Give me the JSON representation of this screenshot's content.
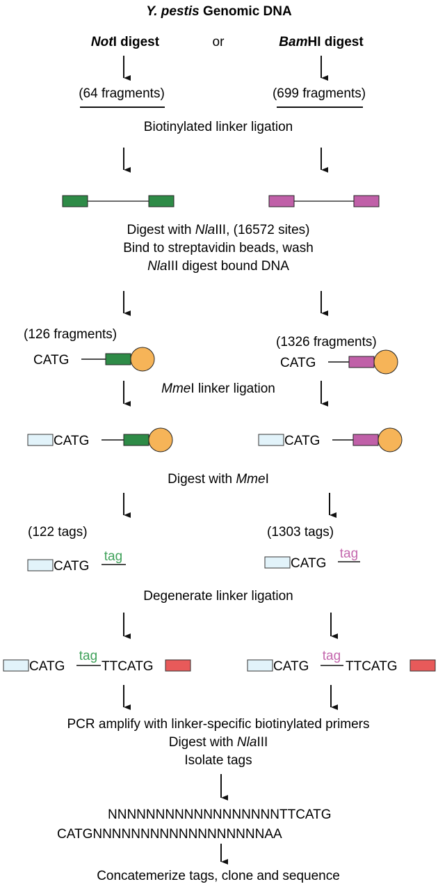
{
  "title": {
    "italic": "Y. pestis",
    "rest": " Genomic DNA"
  },
  "digest": {
    "left": {
      "italic": "Not",
      "rest": "I digest"
    },
    "or": "or",
    "right": {
      "italic": "Bam",
      "rest": "HI digest"
    }
  },
  "fragments_64": "(64 fragments)",
  "fragments_699": "(699 fragments)",
  "biotinylated_ligation": "Biotinylated linker ligation",
  "digest_block": {
    "line1_pre": "Digest with ",
    "line1_italic": "Nla",
    "line1_post": "III, (16572 sites)",
    "line2": "Bind to streptavidin beads, wash",
    "line3_italic": "Nla",
    "line3_post": "III digest bound DNA"
  },
  "fragments_126": "(126 fragments)",
  "fragments_1326": "(1326 fragments)",
  "catg": "CATG",
  "mmei_ligation": {
    "italic": "Mme",
    "rest": "I linker ligation"
  },
  "digest_mmei": {
    "pre": "Digest with ",
    "italic": "Mme",
    "post": "I"
  },
  "tags_122": "(122 tags)",
  "tags_1303": "(1303 tags)",
  "tag": "tag",
  "ttcatg": "TTCATG",
  "degenerate_ligation": "Degenerate linker ligation",
  "pcr_block": {
    "line1": "PCR amplify with linker-specific biotinylated primers",
    "line2_pre": "Digest with ",
    "line2_italic": "Nla",
    "line2_post": "III",
    "line3": "Isolate tags"
  },
  "sequence": {
    "top": "NNNNNNNNNNNNNNNNNNTTCATG",
    "bottom": "CATGNNNNNNNNNNNNNNNNNNAA"
  },
  "final": "Concatemerize tags, clone and sequence",
  "colors": {
    "green": "#2e8b47",
    "magenta": "#c060a8",
    "bead": "#f6b458",
    "linker_blue": "#e2f3fa",
    "red": "#e85a5a",
    "tag_green": "#3fa15a",
    "tag_magenta": "#c467ad"
  }
}
